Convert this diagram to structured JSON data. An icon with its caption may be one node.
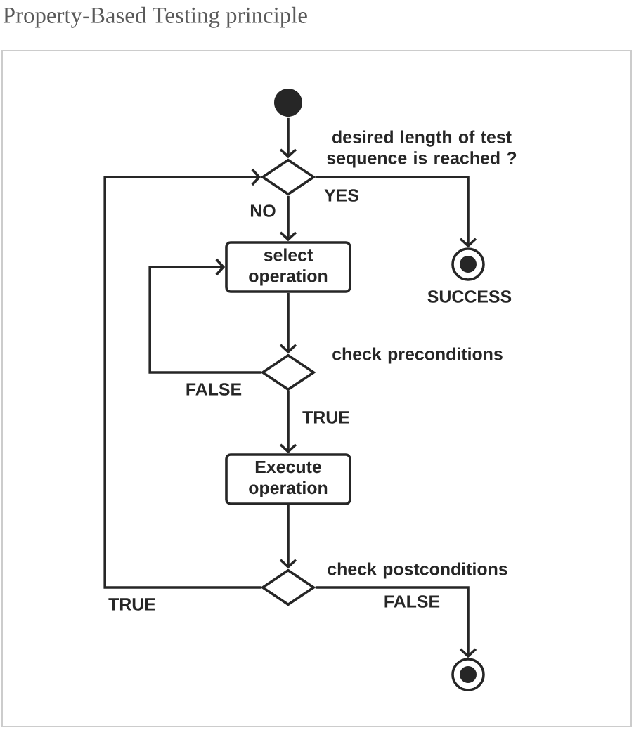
{
  "diagram": {
    "title": "Property-Based Testing principle",
    "nodes": [
      {
        "text": [],
        "shape": "circle"
      },
      {
        "text": [],
        "shape": "diamond",
        "beside": [
          "desired length of test sequence is reached ?"
        ]
      },
      {
        "text": [
          "select operation"
        ]
      },
      {
        "text": [],
        "shape": "diamond",
        "beside": [
          "check preconditions"
        ]
      },
      {
        "text": [
          "Execute operation"
        ]
      },
      {
        "text": [],
        "shape": "diamond",
        "beside": [
          "check postconditions"
        ]
      },
      {
        "text": [],
        "shape": "bullseye",
        "beside": [
          "SUCCESS"
        ]
      },
      {
        "text": [],
        "shape": "bullseye"
      }
    ],
    "edges": [
      {
        "from": 0,
        "to": 1,
        "arrow": "to"
      },
      {
        "from": 1,
        "to": 2,
        "arrow": "to",
        "label": "NO"
      },
      {
        "from": 1,
        "to": 6,
        "arrow": "to",
        "label": "YES"
      },
      {
        "from": 3,
        "to": 2,
        "arrow": "to",
        "label": "FALSE"
      },
      {
        "from": 2,
        "to": 3,
        "arrow": "to"
      },
      {
        "from": 3,
        "to": 4,
        "arrow": "to",
        "label": "TRUE"
      },
      {
        "from": 4,
        "to": 5,
        "arrow": "to"
      },
      {
        "from": 5,
        "to": 1,
        "arrow": "to",
        "label": "TRUE"
      },
      {
        "from": 5,
        "to": 7,
        "arrow": "to",
        "label": "FALSE"
      }
    ]
  }
}
